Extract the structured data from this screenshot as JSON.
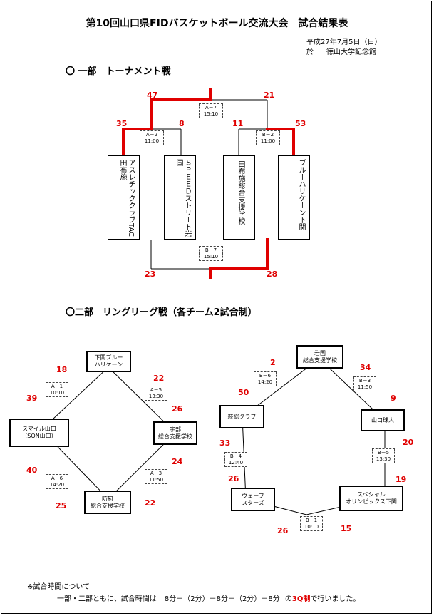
{
  "title": "第10回山口県FIDバスケットボール交流大会　試合結果表",
  "date": "平成27年7月5日（日）",
  "venue_prefix": "於",
  "venue": "徳山大学記念館",
  "division1": {
    "heading": "〇 一部　トーナメント戦",
    "teams": [
      "アスレチッククラブTAC　　田布施",
      "ＳＰＥＥＤストリート岩国",
      "田布施総合支援学校",
      "ブルーハリケーン下関"
    ],
    "matches": [
      {
        "code": "A－7",
        "time": "15:10",
        "score_left": "47",
        "score_right": "21"
      },
      {
        "code": "A－2",
        "time": "11:00",
        "score_left": "35",
        "score_right": "8"
      },
      {
        "code": "B－2",
        "time": "11:00",
        "score_left": "11",
        "score_right": "53"
      },
      {
        "code": "B－7",
        "time": "15:10",
        "score_left": "23",
        "score_right": "28"
      }
    ]
  },
  "division2": {
    "heading": "〇二部　リングリーグ戦（各チーム2試合制）",
    "groupA": {
      "teams": [
        {
          "name": "下関ブルー\nハリケーン"
        },
        {
          "name": "宇部\n総合支援学校"
        },
        {
          "name": "防府\n総合支援学校"
        },
        {
          "name": "スマイル山口\n（SON山口）"
        }
      ],
      "matches": [
        {
          "code": "A－1",
          "time": "10:10",
          "score_a": "18",
          "score_b": "39"
        },
        {
          "code": "A－5",
          "time": "13:30",
          "score_a": "22",
          "score_b": "26"
        },
        {
          "code": "A－3",
          "time": "11:50",
          "score_a": "24",
          "score_b": "22"
        },
        {
          "code": "A－6",
          "time": "14:20",
          "score_a": "40",
          "score_b": "25"
        }
      ]
    },
    "groupB": {
      "teams": [
        {
          "name": "岩国\n総合支援学校"
        },
        {
          "name": "山口球人"
        },
        {
          "name": "スペシャル\nオリンピックス下関"
        },
        {
          "name": "ウェーブ\nスターズ"
        },
        {
          "name": "萩総クラブ"
        }
      ],
      "matches": [
        {
          "code": "B－3",
          "time": "11:50",
          "score_a": "34",
          "score_b": "9"
        },
        {
          "code": "B－5",
          "time": "13:30",
          "score_a": "20",
          "score_b": "19"
        },
        {
          "code": "B－1",
          "time": "10:10",
          "score_a": "15",
          "score_b": "26"
        },
        {
          "code": "B－4",
          "time": "12:40",
          "score_a": "26",
          "score_b": "33"
        },
        {
          "code": "B－6",
          "time": "14:20",
          "score_a": "50",
          "score_b": "2"
        }
      ]
    }
  },
  "footer": {
    "line1": "※試合時間について",
    "line2_a": "一部・二部ともに、試合時間は",
    "line2_b": "8分－（2分）－8分－（2分）－8分",
    "line2_c": "の",
    "line2_d": "3Q制",
    "line2_e": "で行いました。"
  },
  "colors": {
    "winner_line": "#e00000",
    "score": "#e00000"
  }
}
